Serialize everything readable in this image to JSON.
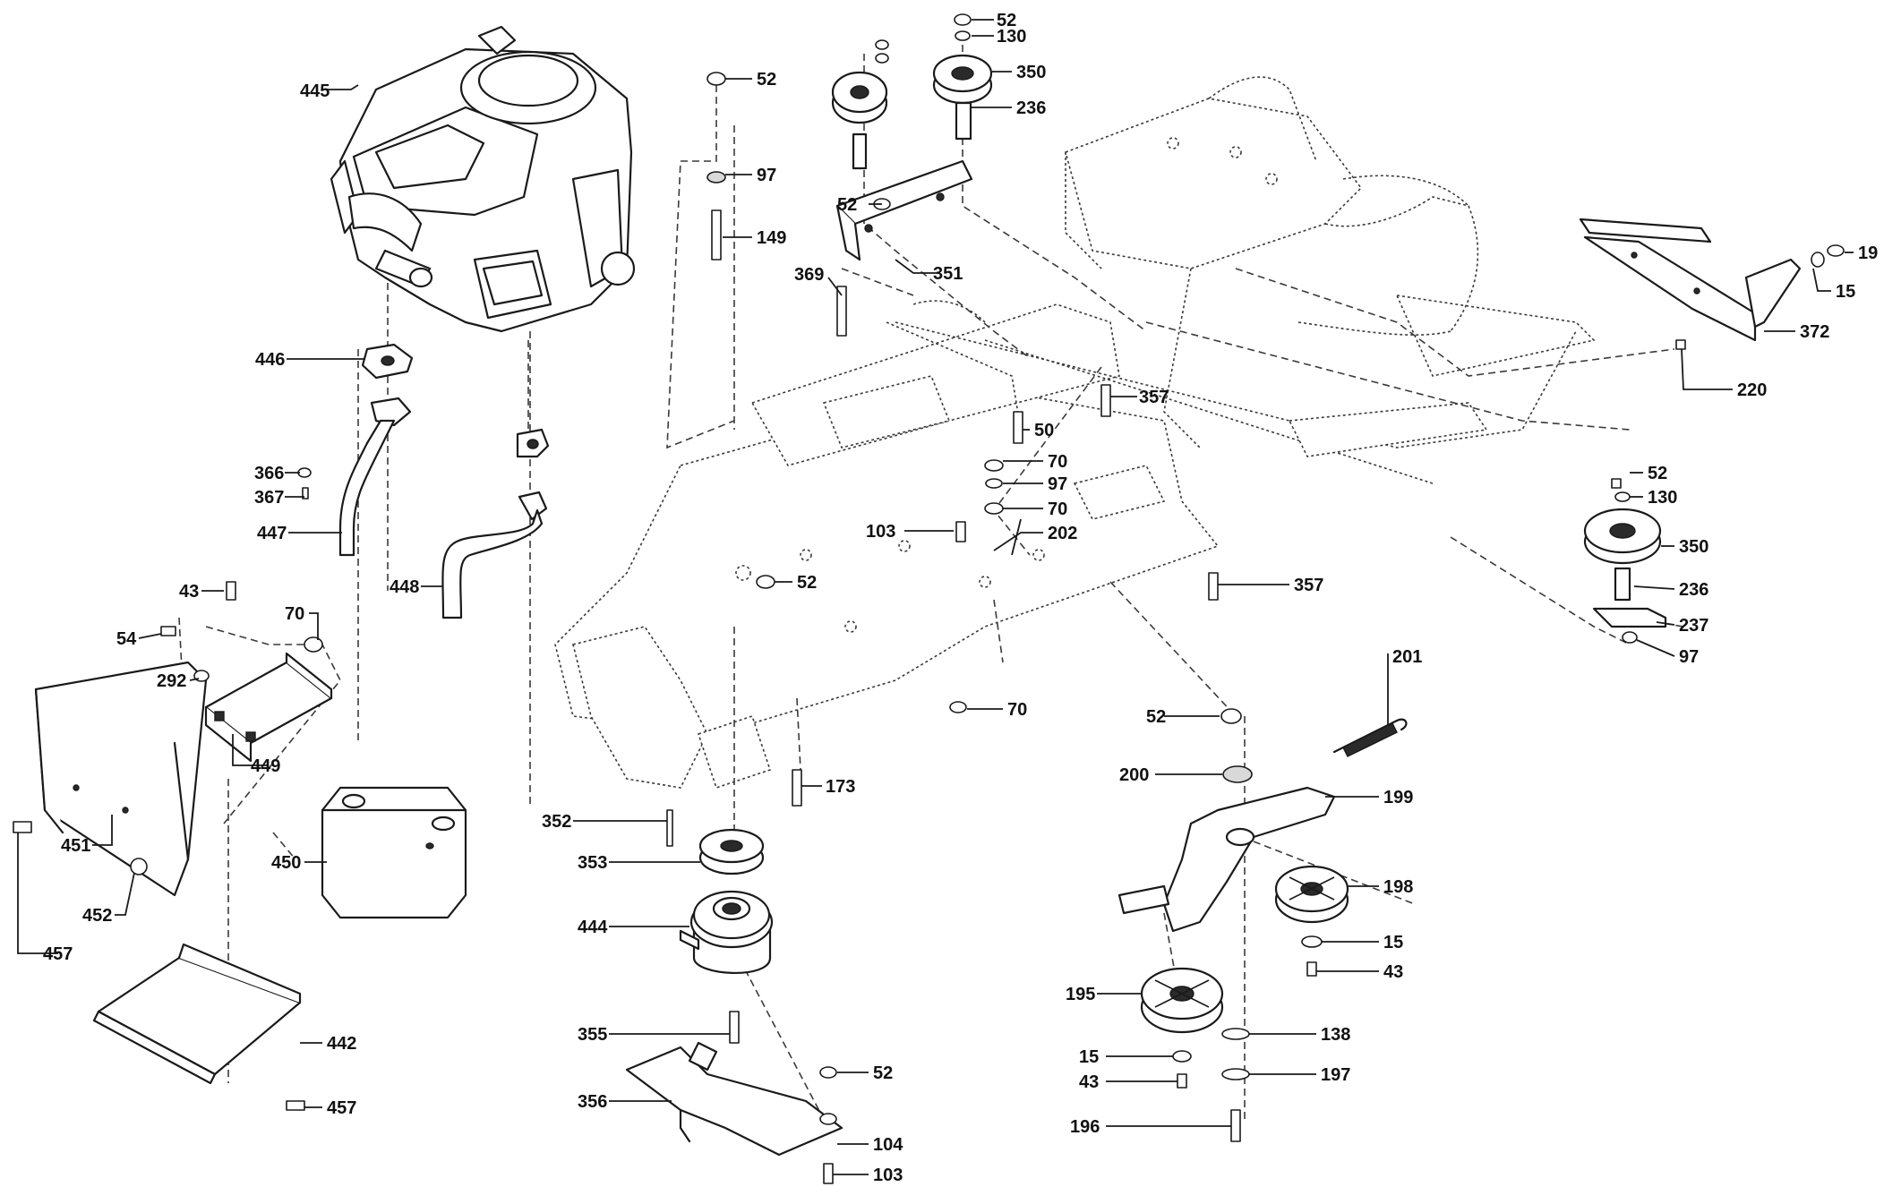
{
  "diagram": {
    "callouts": [
      {
        "id": "c445a",
        "text": "445"
      },
      {
        "id": "c446",
        "text": "446"
      },
      {
        "id": "c366",
        "text": "366"
      },
      {
        "id": "c367",
        "text": "367"
      },
      {
        "id": "c447",
        "text": "447"
      },
      {
        "id": "c448",
        "text": "448"
      },
      {
        "id": "c43a",
        "text": "43"
      },
      {
        "id": "c70a",
        "text": "70"
      },
      {
        "id": "c54",
        "text": "54"
      },
      {
        "id": "c292",
        "text": "292"
      },
      {
        "id": "c449",
        "text": "449"
      },
      {
        "id": "c450",
        "text": "450"
      },
      {
        "id": "c451",
        "text": "451"
      },
      {
        "id": "c452",
        "text": "452"
      },
      {
        "id": "c457a",
        "text": "457"
      },
      {
        "id": "c442",
        "text": "442"
      },
      {
        "id": "c457b",
        "text": "457"
      },
      {
        "id": "c52a",
        "text": "52"
      },
      {
        "id": "c97a",
        "text": "97"
      },
      {
        "id": "c149",
        "text": "149"
      },
      {
        "id": "c52b",
        "text": "52"
      },
      {
        "id": "c130a",
        "text": "130"
      },
      {
        "id": "c350a",
        "text": "350"
      },
      {
        "id": "c236a",
        "text": "236"
      },
      {
        "id": "c52c",
        "text": "52"
      },
      {
        "id": "c351",
        "text": "351"
      },
      {
        "id": "c369",
        "text": "369"
      },
      {
        "id": "c357a",
        "text": "357"
      },
      {
        "id": "c50",
        "text": "50"
      },
      {
        "id": "c70b",
        "text": "70"
      },
      {
        "id": "c97b",
        "text": "97"
      },
      {
        "id": "c70c",
        "text": "70"
      },
      {
        "id": "c103a",
        "text": "103"
      },
      {
        "id": "c202",
        "text": "202"
      },
      {
        "id": "c52d",
        "text": "52"
      },
      {
        "id": "c357b",
        "text": "357"
      },
      {
        "id": "c70d",
        "text": "70"
      },
      {
        "id": "c173",
        "text": "173"
      },
      {
        "id": "c352",
        "text": "352"
      },
      {
        "id": "c353",
        "text": "353"
      },
      {
        "id": "c444",
        "text": "444"
      },
      {
        "id": "c355",
        "text": "355"
      },
      {
        "id": "c356",
        "text": "356"
      },
      {
        "id": "c52e",
        "text": "52"
      },
      {
        "id": "c104",
        "text": "104"
      },
      {
        "id": "c103b",
        "text": "103"
      },
      {
        "id": "c19",
        "text": "19"
      },
      {
        "id": "c15a",
        "text": "15"
      },
      {
        "id": "c372",
        "text": "372"
      },
      {
        "id": "c220",
        "text": "220"
      },
      {
        "id": "c52f",
        "text": "52"
      },
      {
        "id": "c130b",
        "text": "130"
      },
      {
        "id": "c350b",
        "text": "350"
      },
      {
        "id": "c236b",
        "text": "236"
      },
      {
        "id": "c237",
        "text": "237"
      },
      {
        "id": "c97c",
        "text": "97"
      },
      {
        "id": "c201",
        "text": "201"
      },
      {
        "id": "c52g",
        "text": "52"
      },
      {
        "id": "c200",
        "text": "200"
      },
      {
        "id": "c199",
        "text": "199"
      },
      {
        "id": "c198",
        "text": "198"
      },
      {
        "id": "c15b",
        "text": "15"
      },
      {
        "id": "c43b",
        "text": "43"
      },
      {
        "id": "c195",
        "text": "195"
      },
      {
        "id": "c138",
        "text": "138"
      },
      {
        "id": "c15c",
        "text": "15"
      },
      {
        "id": "c43c",
        "text": "43"
      },
      {
        "id": "c197",
        "text": "197"
      },
      {
        "id": "c196",
        "text": "196"
      }
    ]
  }
}
